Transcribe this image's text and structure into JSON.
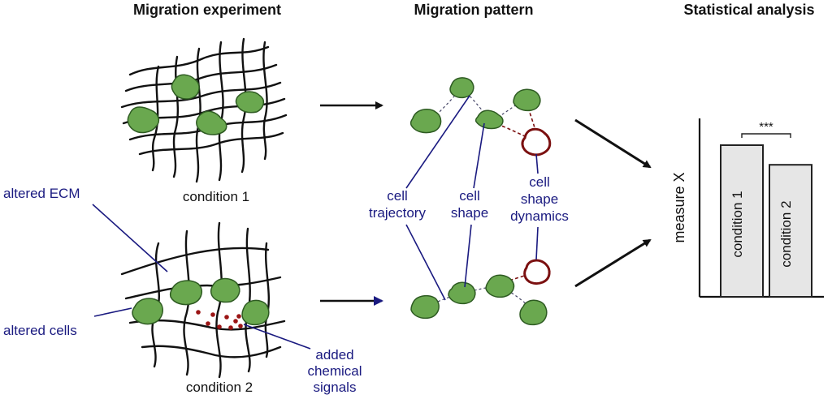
{
  "titles": {
    "experiment": "Migration experiment",
    "pattern": "Migration pattern",
    "analysis": "Statistical analysis"
  },
  "conditions": {
    "c1": "condition 1",
    "c2": "condition 2"
  },
  "labels": {
    "altered_ecm": "altered ECM",
    "altered_cells": "altered cells",
    "added_signals": [
      "added",
      "chemical",
      "signals"
    ],
    "trajectory": [
      "cell",
      "trajectory"
    ],
    "shape": [
      "cell",
      "shape"
    ],
    "shape_dynamics": [
      "cell",
      "shape",
      "dynamics"
    ]
  },
  "colors": {
    "cell_fill": "#6aa84f",
    "label_blue": "#1a1a80",
    "signal_red": "#9b1515",
    "bar_fill": "#e6e6e6"
  },
  "chart_data": {
    "type": "bar",
    "categories": [
      "condition 1",
      "condition 2"
    ],
    "values": [
      0.85,
      0.74
    ],
    "ylabel": "measure X",
    "ylim": [
      0,
      1
    ],
    "significance": "***"
  }
}
